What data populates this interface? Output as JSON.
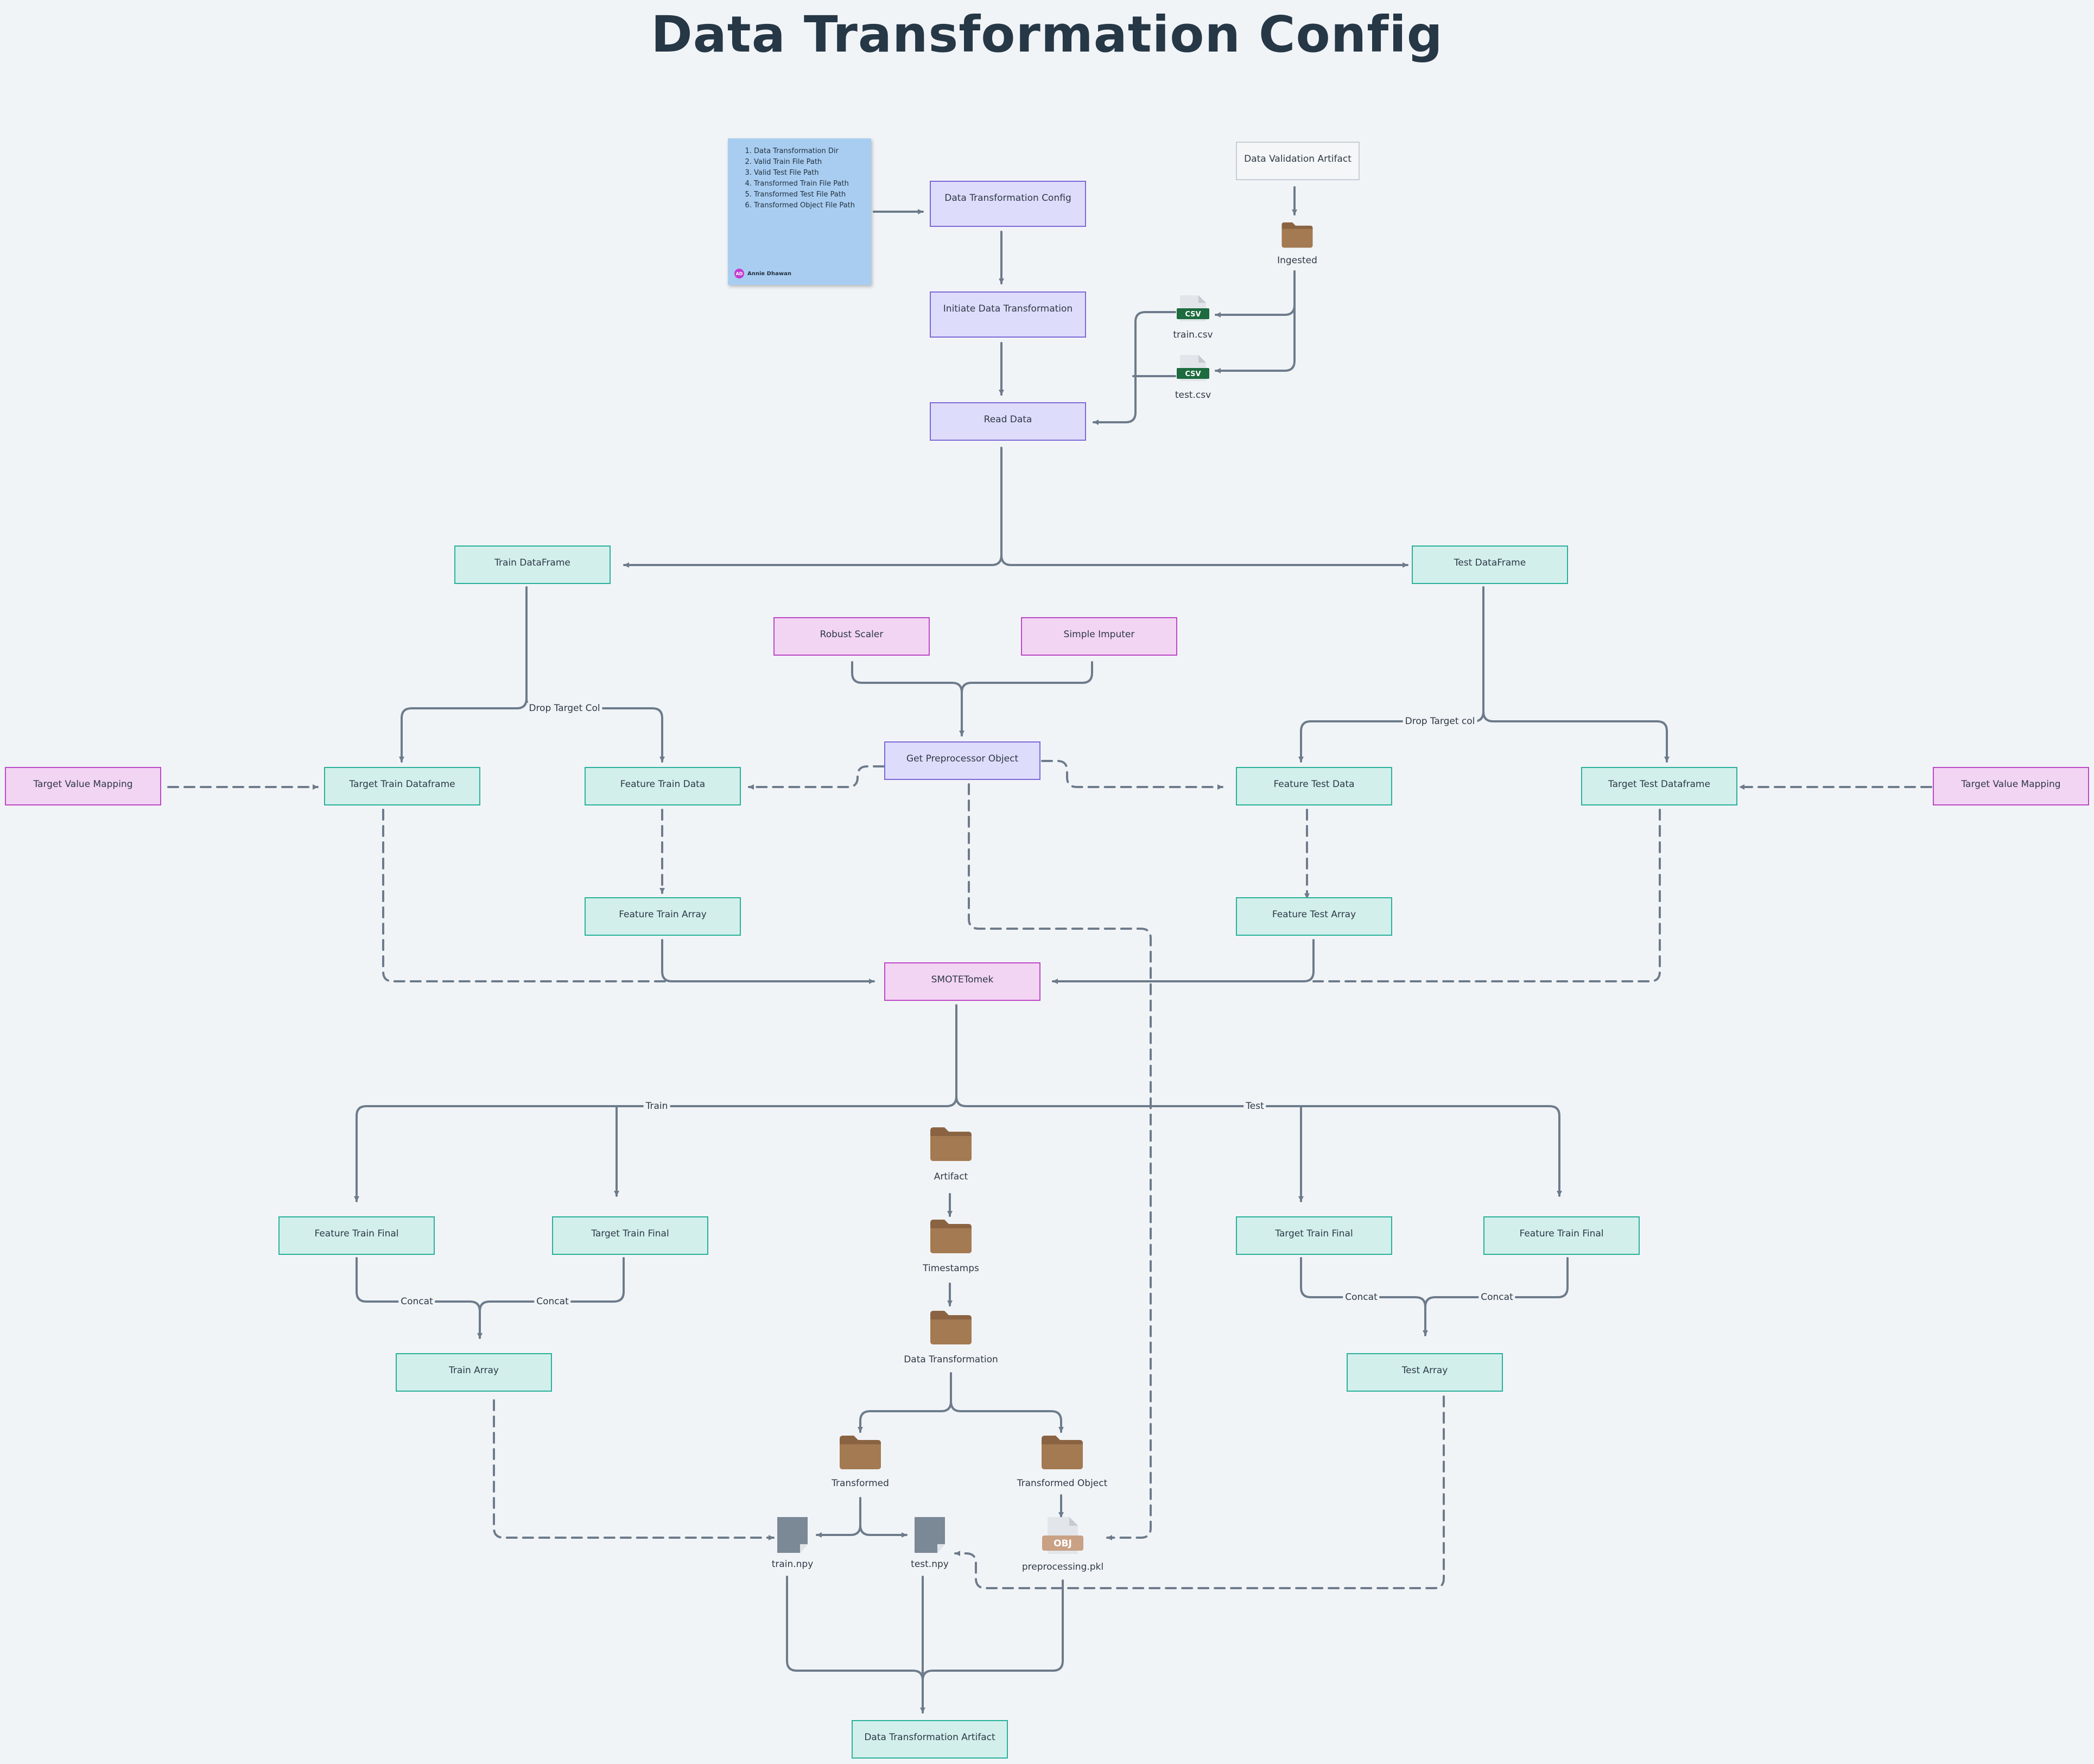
{
  "title": "Data Transformation Config",
  "note": {
    "items": [
      "Data Transformation Dir",
      "Valid Train File Path",
      "Valid Test File Path",
      "Transformed Train File Path",
      "Transformed Test File Path",
      "Transformed Object File Path"
    ],
    "author_initials": "AD",
    "author": "Annie Dhawan"
  },
  "nodes": {
    "data_transformation_config": "Data Transformation Config",
    "initiate_data_transformation": "Initiate Data Transformation",
    "read_data": "Read Data",
    "data_validation_artifact": "Data Validation Artifact",
    "train_dataframe": "Train DataFrame",
    "test_dataframe": "Test DataFrame",
    "robust_scaler": "Robust Scaler",
    "simple_imputer": "Simple Imputer",
    "get_preprocessor_object": "Get Preprocessor Object",
    "target_value_mapping_left": "Target Value Mapping",
    "target_value_mapping_right": "Target Value Mapping",
    "target_train_dataframe": "Target Train Dataframe",
    "feature_train_data": "Feature Train Data",
    "feature_test_data": "Feature Test Data",
    "target_test_dataframe": "Target Test Dataframe",
    "feature_train_array": "Feature Train Array",
    "feature_test_array": "Feature Test Array",
    "smotetomek": "SMOTETomek",
    "feature_train_final_left": "Feature Train Final",
    "target_train_final_left": "Target Train Final",
    "target_train_final_right": "Target Train Final",
    "feature_train_final_right": "Feature Train Final",
    "train_array": "Train Array",
    "test_array": "Test  Array",
    "data_transformation_artifact": "Data Transformation Artifact"
  },
  "files": {
    "ingested": "Ingested",
    "train_csv": "train.csv",
    "test_csv": "test.csv",
    "csv_badge": "CSV",
    "artifact": "Artifact",
    "timestamps": "Timestamps",
    "data_transformation": "Data Transformation",
    "transformed": "Transformed",
    "transformed_object": "Transformed Object",
    "train_npy": "train.npy",
    "test_npy": "test.npy",
    "preprocessing_pkl": "preprocessing.pkl",
    "obj_badge": "OBJ"
  },
  "edge_labels": {
    "drop_target_col_left": "Drop Target Col",
    "drop_target_col_right": "Drop Target col",
    "train": "Train",
    "test": "Test",
    "concat_1": "Concat",
    "concat_2": "Concat",
    "concat_3": "Concat",
    "concat_4": "Concat"
  },
  "colors": {
    "wire": "#6d7b8b",
    "folder": "#a47a52",
    "csv": "#1d6b3e",
    "npy": "#7b8896",
    "obj": "#c9a184"
  }
}
